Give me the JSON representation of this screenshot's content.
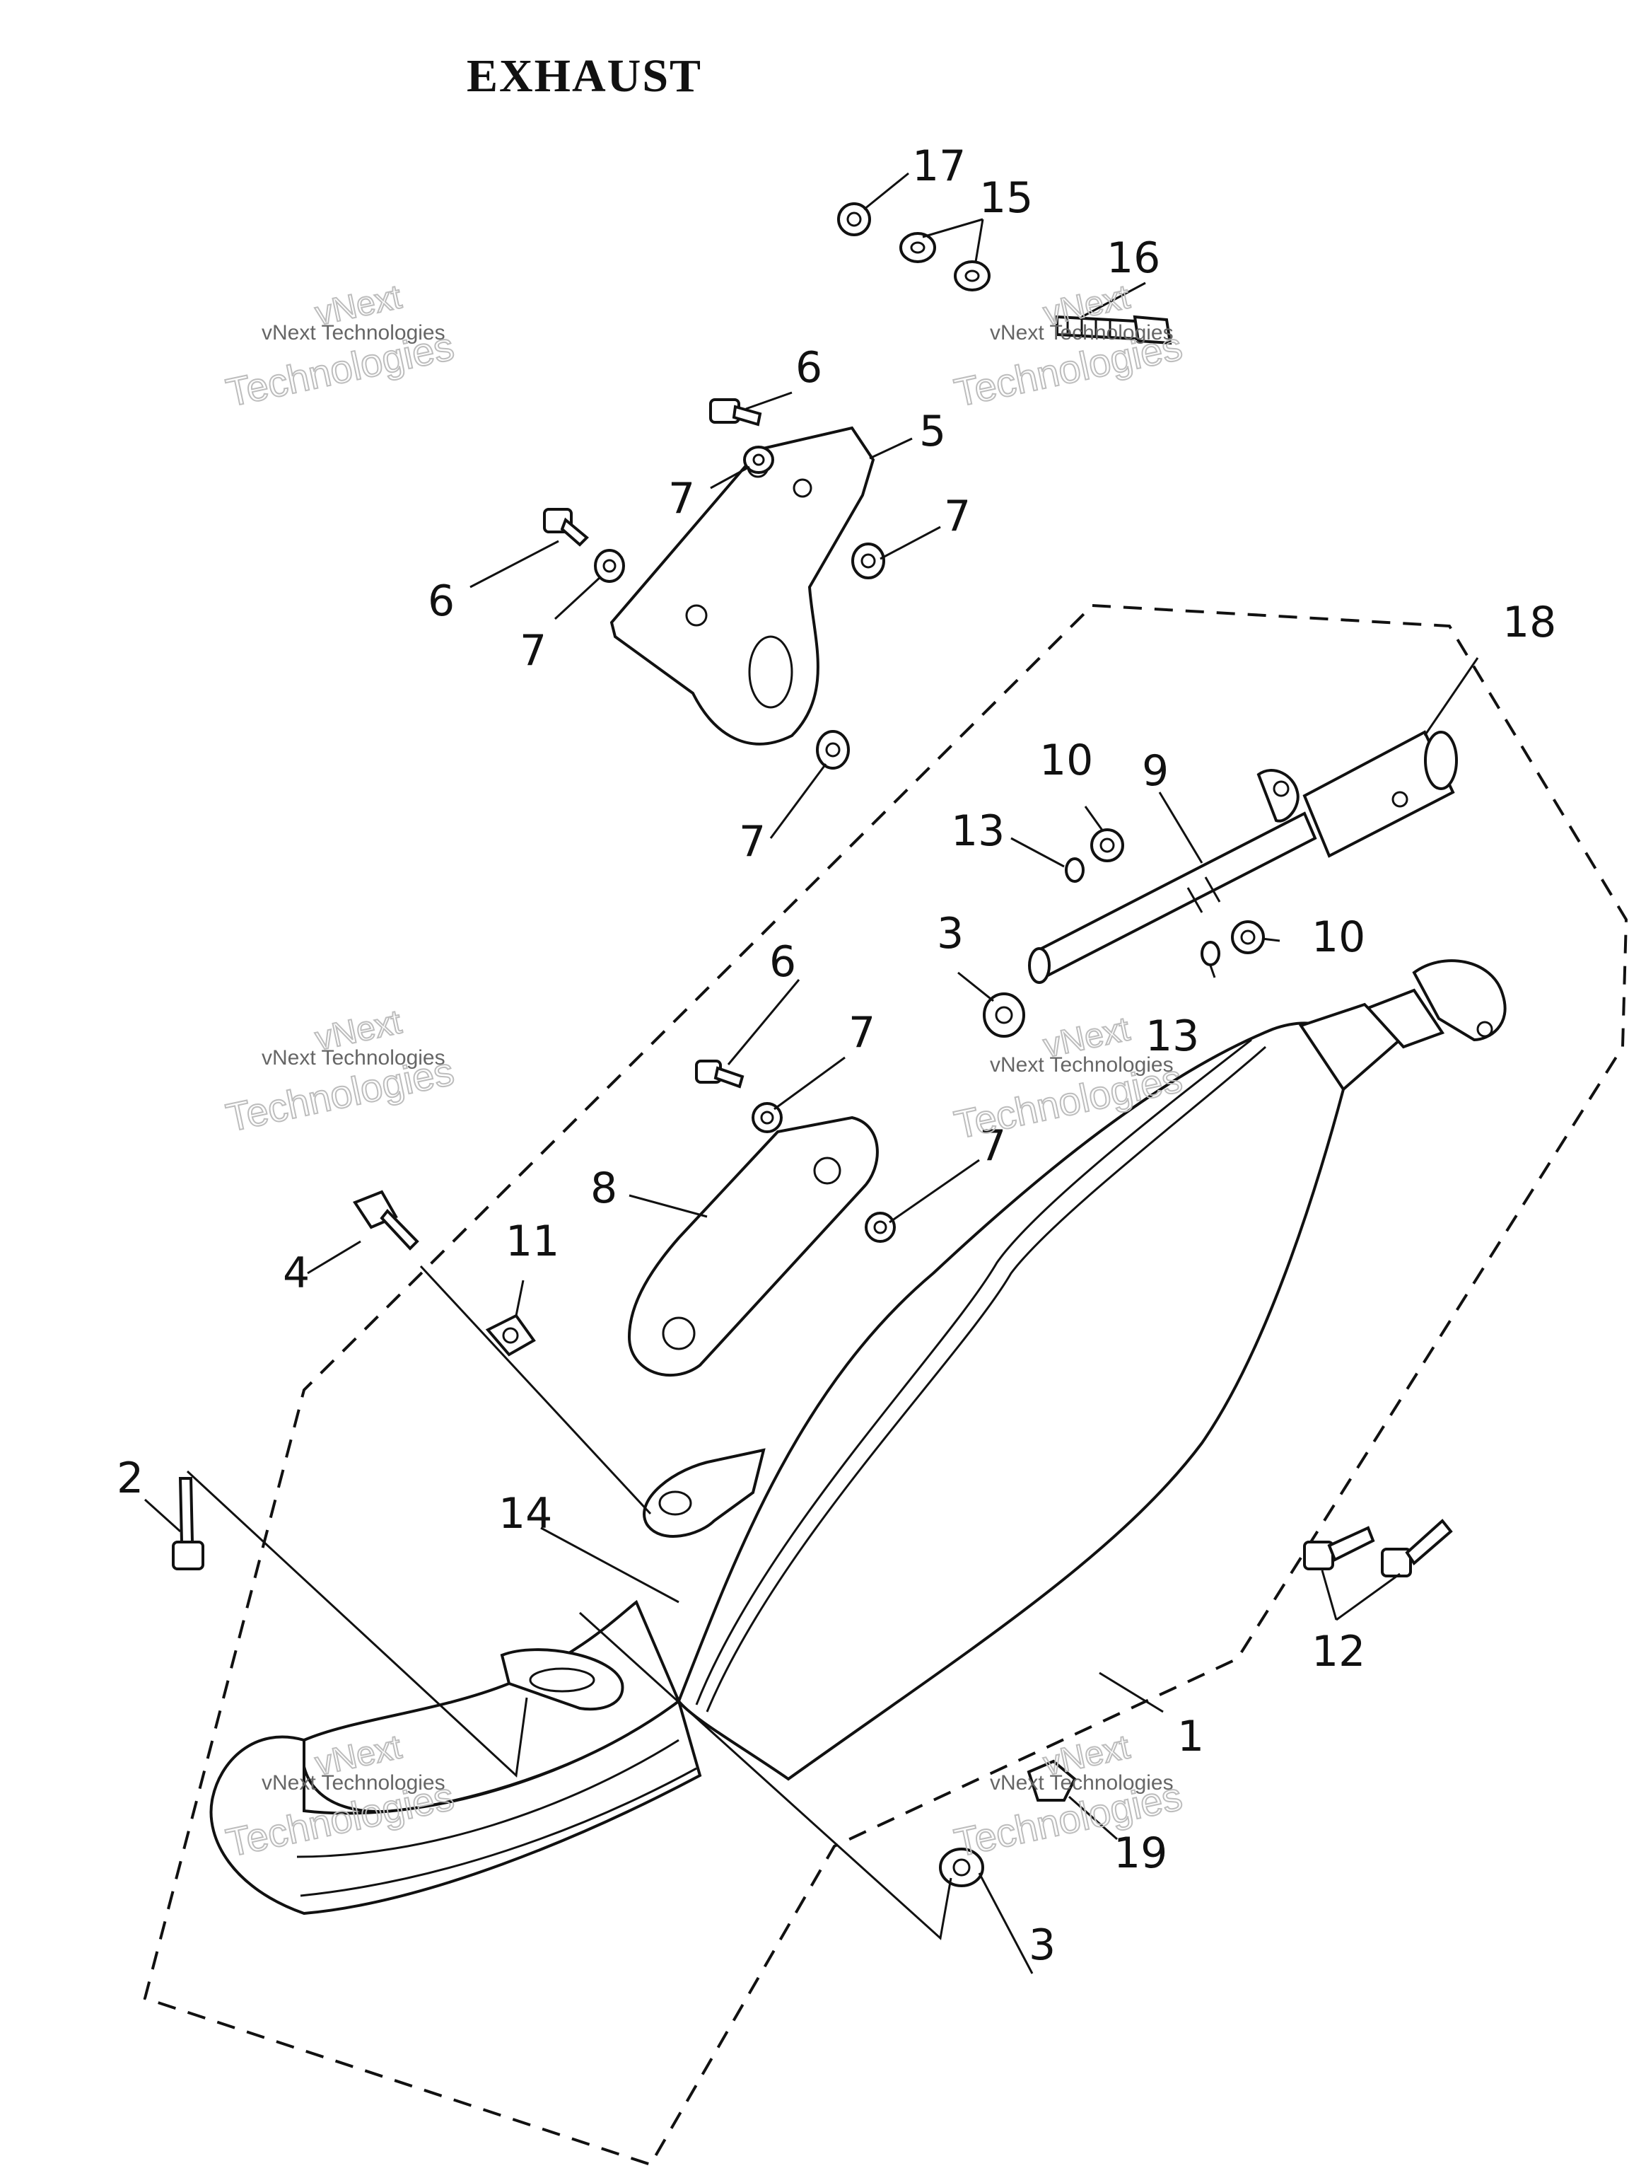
{
  "title": "EXHAUST",
  "watermark": {
    "line1": "vNext Technologies",
    "big1": "vNext",
    "big2": "Technologies"
  },
  "callouts": {
    "c1": "1",
    "c2": "2",
    "c3a": "3",
    "c3b": "3",
    "c4": "4",
    "c5": "5",
    "c6a": "6",
    "c6b": "6",
    "c6c": "6",
    "c7a": "7",
    "c7b": "7",
    "c7c": "7",
    "c7d": "7",
    "c7e": "7",
    "c7f": "7",
    "c8": "8",
    "c9": "9",
    "c10a": "10",
    "c10b": "10",
    "c11": "11",
    "c12": "12",
    "c13a": "13",
    "c13b": "13",
    "c14": "14",
    "c15": "15",
    "c16": "16",
    "c17": "17",
    "c18": "18",
    "c19": "19"
  }
}
